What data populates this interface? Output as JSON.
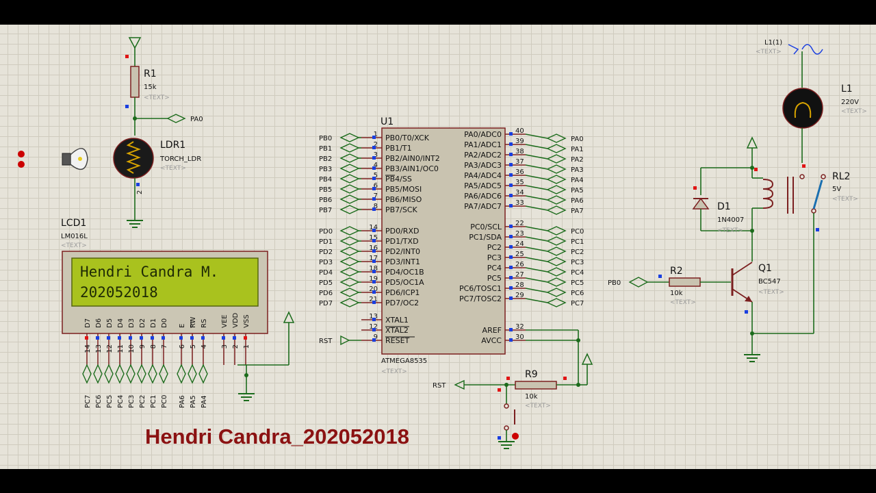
{
  "u1": {
    "ref": "U1",
    "type": "ATMEGA8535",
    "text": "<TEXT>",
    "left_pins": [
      {
        "num": "1",
        "name": "PB0/T0/XCK",
        "net": "PB0"
      },
      {
        "num": "2",
        "name": "PB1/T1",
        "net": "PB1"
      },
      {
        "num": "3",
        "name": "PB2/AIN0/INT2",
        "net": "PB2"
      },
      {
        "num": "4",
        "name": "PB3/AIN1/OC0",
        "net": "PB3"
      },
      {
        "num": "5",
        "name": "PB4/SS",
        "net": "PB4"
      },
      {
        "num": "6",
        "name": "PB5/MOSI",
        "net": "PB5"
      },
      {
        "num": "7",
        "name": "PB6/MISO",
        "net": "PB6"
      },
      {
        "num": "8",
        "name": "PB7/SCK",
        "net": "PB7"
      },
      {
        "num": "14",
        "name": "PD0/RXD",
        "net": "PD0"
      },
      {
        "num": "15",
        "name": "PD1/TXD",
        "net": "PD1"
      },
      {
        "num": "16",
        "name": "PD2/INT0",
        "net": "PD2"
      },
      {
        "num": "17",
        "name": "PD3/INT1",
        "net": "PD3"
      },
      {
        "num": "18",
        "name": "PD4/OC1B",
        "net": "PD4"
      },
      {
        "num": "19",
        "name": "PD5/OC1A",
        "net": "PD5"
      },
      {
        "num": "20",
        "name": "PD6/ICP1",
        "net": "PD6"
      },
      {
        "num": "21",
        "name": "PD7/OC2",
        "net": "PD7"
      },
      {
        "num": "13",
        "name": "XTAL1",
        "net": ""
      },
      {
        "num": "12",
        "name": "XTAL2",
        "net": ""
      },
      {
        "num": "9",
        "name": "RESET",
        "net": "RST"
      }
    ],
    "right_pins": [
      {
        "num": "40",
        "name": "PA0/ADC0",
        "net": "PA0"
      },
      {
        "num": "39",
        "name": "PA1/ADC1",
        "net": "PA1"
      },
      {
        "num": "38",
        "name": "PA2/ADC2",
        "net": "PA2"
      },
      {
        "num": "37",
        "name": "PA3/ADC3",
        "net": "PA3"
      },
      {
        "num": "36",
        "name": "PA4/ADC4",
        "net": "PA4"
      },
      {
        "num": "35",
        "name": "PA5/ADC5",
        "net": "PA5"
      },
      {
        "num": "34",
        "name": "PA6/ADC6",
        "net": "PA6"
      },
      {
        "num": "33",
        "name": "PA7/ADC7",
        "net": "PA7"
      },
      {
        "num": "22",
        "name": "PC0/SCL",
        "net": "PC0"
      },
      {
        "num": "23",
        "name": "PC1/SDA",
        "net": "PC1"
      },
      {
        "num": "24",
        "name": "PC2",
        "net": "PC2"
      },
      {
        "num": "25",
        "name": "PC3",
        "net": "PC3"
      },
      {
        "num": "26",
        "name": "PC4",
        "net": "PC4"
      },
      {
        "num": "27",
        "name": "PC5",
        "net": "PC5"
      },
      {
        "num": "28",
        "name": "PC6/TOSC1",
        "net": "PC6"
      },
      {
        "num": "29",
        "name": "PC7/TOSC2",
        "net": "PC7"
      },
      {
        "num": "32",
        "name": "AREF",
        "net": ""
      },
      {
        "num": "30",
        "name": "AVCC",
        "net": ""
      }
    ]
  },
  "lcd": {
    "ref": "LCD1",
    "type": "LM016L",
    "text": "<TEXT>",
    "line1": "Hendri Candra M.",
    "line2": "202052018",
    "pins": [
      {
        "num": "14",
        "name": "D7",
        "net": "PC7"
      },
      {
        "num": "13",
        "name": "D6",
        "net": "PC6"
      },
      {
        "num": "12",
        "name": "D5",
        "net": "PC5"
      },
      {
        "num": "11",
        "name": "D4",
        "net": "PC4"
      },
      {
        "num": "10",
        "name": "D3",
        "net": "PC3"
      },
      {
        "num": "9",
        "name": "D2",
        "net": "PC2"
      },
      {
        "num": "8",
        "name": "D1",
        "net": "PC1"
      },
      {
        "num": "7",
        "name": "D0",
        "net": "PC0"
      },
      {
        "num": "6",
        "name": "E",
        "net": "PA6"
      },
      {
        "num": "5",
        "name": "RW",
        "net": "PA5"
      },
      {
        "num": "4",
        "name": "RS",
        "net": "PA4"
      },
      {
        "num": "3",
        "name": "VEE",
        "net": ""
      },
      {
        "num": "2",
        "name": "VDD",
        "net": ""
      },
      {
        "num": "1",
        "name": "VSS",
        "net": ""
      }
    ]
  },
  "r1": {
    "ref": "R1",
    "value": "15k",
    "text": "<TEXT>"
  },
  "ldr1": {
    "ref": "LDR1",
    "type": "TORCH_LDR",
    "text": "<TEXT>",
    "pin": "2",
    "net": "PA0"
  },
  "r9": {
    "ref": "R9",
    "value": "10k",
    "text": "<TEXT>",
    "net": "RST"
  },
  "r2": {
    "ref": "R2",
    "value": "10k",
    "text": "<TEXT>",
    "net": "PB0"
  },
  "q1": {
    "ref": "Q1",
    "type": "BC547",
    "text": "<TEXT>"
  },
  "d1": {
    "ref": "D1",
    "type": "1N4007",
    "text": "<TEXT>"
  },
  "rl2": {
    "ref": "RL2",
    "value": "5V",
    "text": "<TEXT>"
  },
  "l1": {
    "ref": "L1",
    "value": "220V",
    "text": "<TEXT>",
    "source": "L1(1)",
    "source_text": "<TEXT>"
  },
  "footer_title": "Hendri Candra_202052018"
}
